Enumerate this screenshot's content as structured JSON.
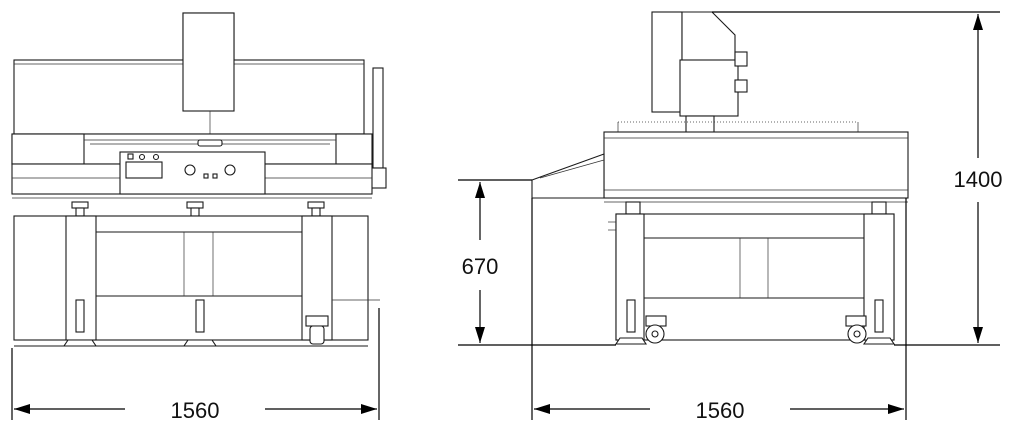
{
  "dimensions": {
    "front_width": "1560",
    "side_width": "1560",
    "table_height": "670",
    "total_height": "1400"
  },
  "colors": {
    "line": "#1a1a1a",
    "background": "#ffffff"
  }
}
